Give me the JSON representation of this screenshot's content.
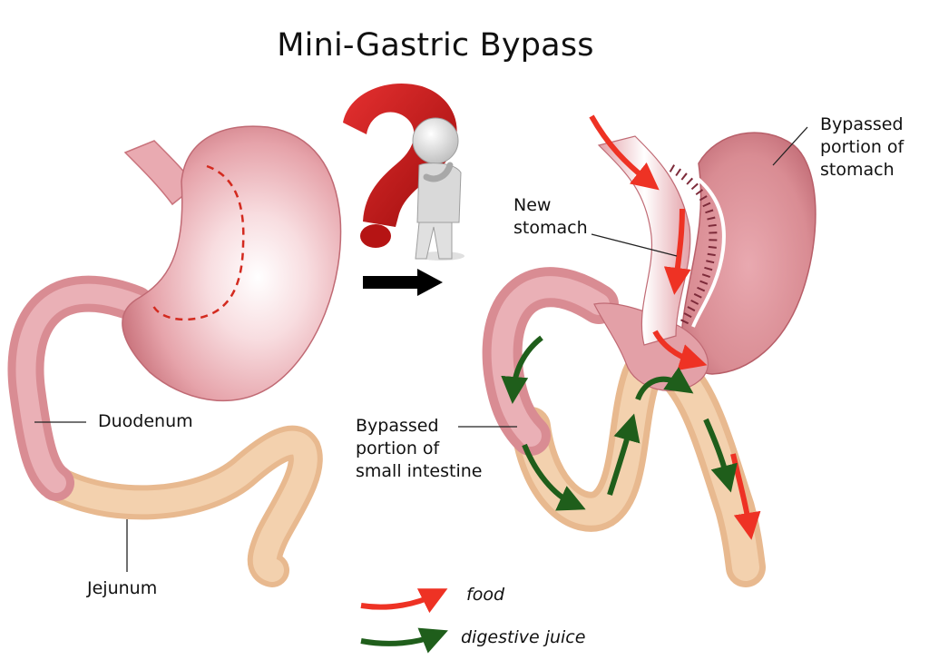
{
  "title": "Mini-Gastric Bypass",
  "labels": {
    "duodenum": "Duodenum",
    "jejunum": "Jejunum",
    "new_stomach": [
      "New",
      "stomach"
    ],
    "bypassed_stomach": [
      "Bypassed",
      "portion of",
      "stomach"
    ],
    "bypassed_intestine": [
      "Bypassed",
      "portion of",
      "small intestine"
    ]
  },
  "legend": {
    "food": "food",
    "digestive_juice": "digestive juice"
  },
  "colors": {
    "stomach_pink": "#d98c93",
    "intestine_tan": "#f0c9a2",
    "food_arrow": "#ee3224",
    "juice_arrow": "#1f5e1b",
    "question_mark": "#cc1a1a",
    "direction_arrow": "#000000"
  },
  "icons": [
    "question-mark-icon",
    "thinking-figure-icon",
    "right-arrow-icon"
  ]
}
